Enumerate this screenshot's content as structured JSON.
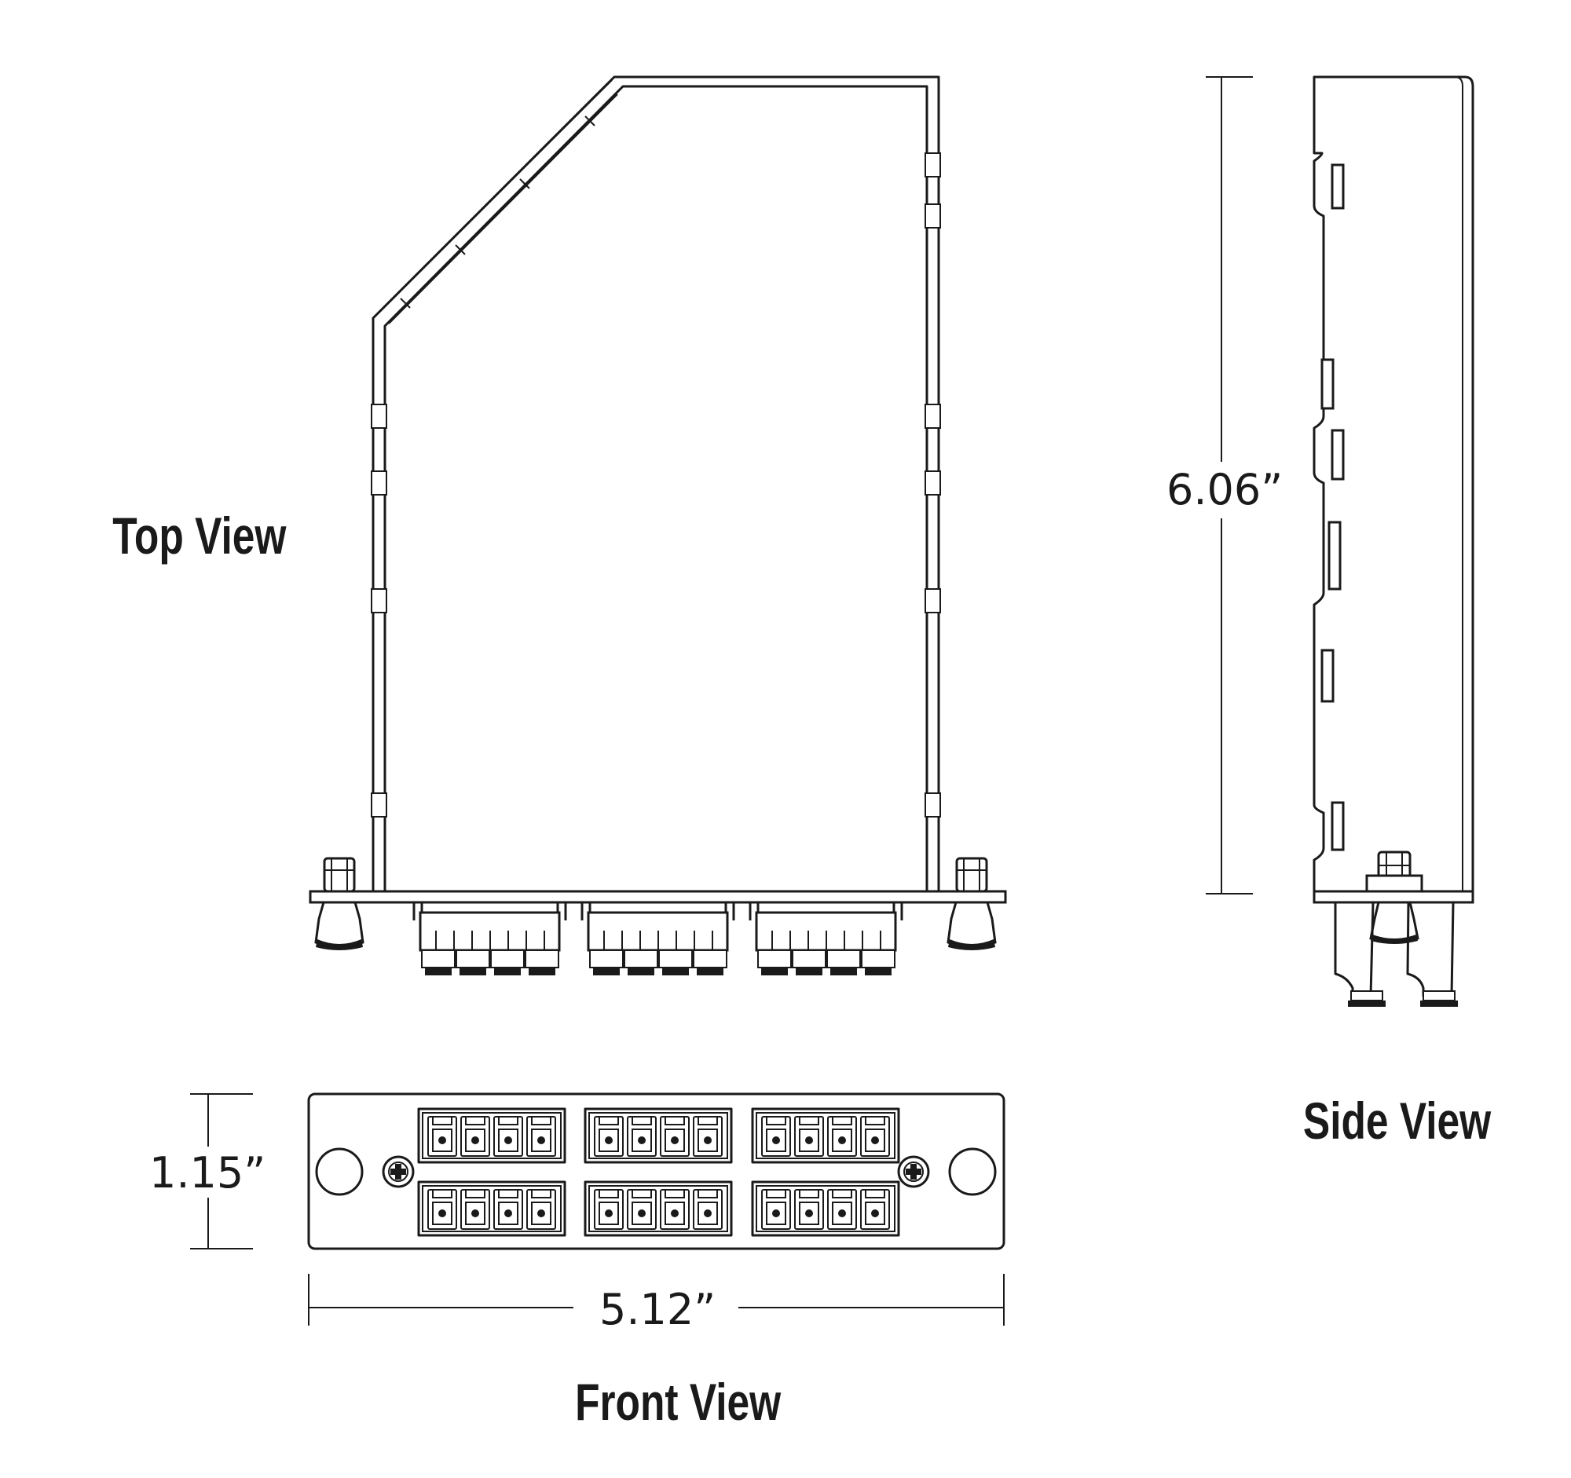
{
  "views": {
    "top": "Top View",
    "side": "Side View",
    "front": "Front View"
  },
  "dimensions": {
    "depth": "6.06”",
    "height": "1.15”",
    "width": "5.12”"
  },
  "colors": {
    "line": "#1a1a1a",
    "background": "#ffffff"
  }
}
